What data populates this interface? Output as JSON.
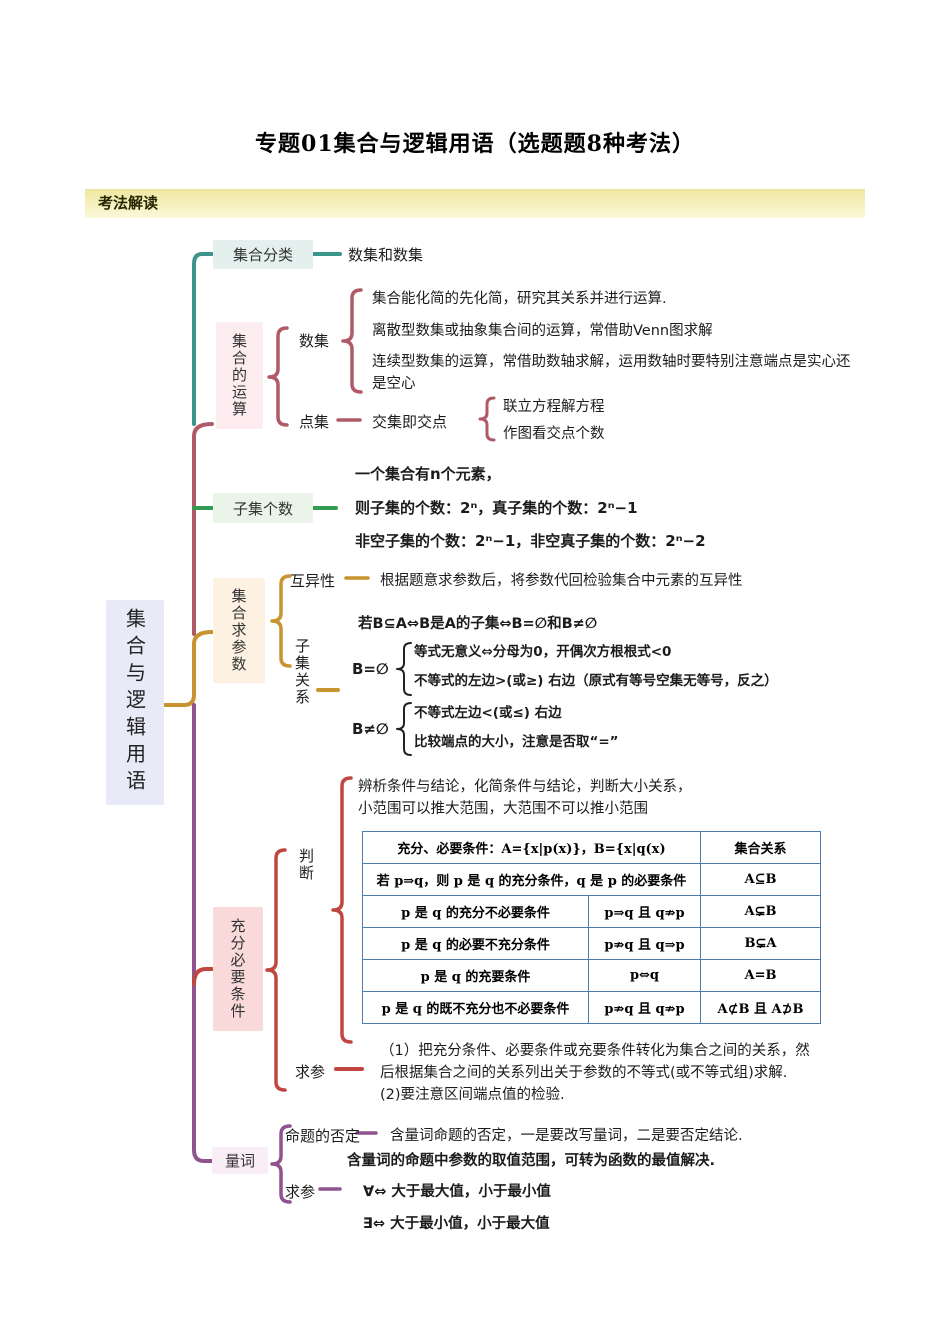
{
  "title": "专题01集合与逻辑用语（选题题8种考法）",
  "banner": "考法解读",
  "root": "集合与逻辑用语",
  "colors": {
    "teal": "#3b958b",
    "rose": "#af5a66",
    "green": "#339b52",
    "gold": "#c79430",
    "red": "#c0473f",
    "purple": "#8f548e",
    "table_border": "#4e7ca6",
    "banner_yellow": "#efe6a0"
  },
  "fenlei": {
    "label": "集合分类",
    "child": "数集和数集"
  },
  "yunsuan": {
    "label": "集合的运算",
    "shuji_label": "数集",
    "shuji_items": [
      "集合能化简的先化简，研究其关系并进行运算.",
      "离散型数集或抽象集合间的运算，常借助Venn图求解",
      "连续型数集的运算，常借助数轴求解，运用数轴时要特别注意端点是实心还是空心"
    ],
    "dianji_label": "点集",
    "dianji_mid": "交集即交点",
    "dianji_items": [
      "联立方程解方程",
      "作图看交点个数"
    ]
  },
  "ziji": {
    "label": "子集个数",
    "lines": [
      "一个集合有n个元素，",
      "则子集的个数：2ⁿ，真子集的个数：2ⁿ−1",
      "非空子集的个数：2ⁿ−1，非空真子集的个数：2ⁿ−2"
    ]
  },
  "qiucan": {
    "label": "集合求参数",
    "huyixing_label": "互异性",
    "huyixing_text": "根据题意求参数后，将参数代回检验集合中元素的互异性",
    "ruo_line": "若B⊆A⇔B是A的子集⇔B=∅和B≠∅",
    "ziji_guanxi_label": "子集关系",
    "b_empty_label": "B=∅",
    "b_empty_items": [
      "等式无意义⇔分母为0，开偶次方根根式<0",
      "不等式的左边>(或≥) 右边（原式有等号空集无等号，反之）"
    ],
    "b_nonempty_label": "B≠∅",
    "b_nonempty_items": [
      "不等式左边<(或≤) 右边",
      "比较端点的大小，注意是否取“=”"
    ]
  },
  "chongfen": {
    "label": "充分必要条件",
    "panduan_label": "判断",
    "panduan_intro": [
      "辨析条件与结论，化简条件与结论，判断大小关系，",
      "小范围可以推大范围，大范围不可以推小范围"
    ],
    "table": {
      "header_left": "充分、必要条件：A={x|p(x)}，B={x|q(x)",
      "header_right": "集合关系",
      "rows": [
        {
          "cond": "若 p⇒q，则 p 是 q 的充分条件，q 是 p 的必要条件",
          "logic": "",
          "rel": "A⊆B"
        },
        {
          "cond": "p 是 q 的充分不必要条件",
          "logic": "p⇒q 且 q⇏p",
          "rel": "A⊊B"
        },
        {
          "cond": "p 是 q 的必要不充分条件",
          "logic": "p⇏q 且 q⇒p",
          "rel": "B⊊A"
        },
        {
          "cond": "p 是 q 的充要条件",
          "logic": "p⇔q",
          "rel": "A=B"
        },
        {
          "cond": "p 是 q 的既不充分也不必要条件",
          "logic": "p⇏q 且 q⇏p",
          "rel": "A⊄B 且 A⊅B"
        }
      ]
    },
    "qiucan_label": "求参",
    "qiucan_lines": [
      "（1）把充分条件、必要条件或充要条件转化为集合之间的关系，然",
      "后根据集合之间的关系列出关于参数的不等式(或不等式组)求解.",
      "(2)要注意区间端点值的检验."
    ]
  },
  "liangci": {
    "label": "量词",
    "fouding_label": "命题的否定",
    "fouding_text": "含量词命题的否定，一是要改写量词，二是要否定结论.",
    "qiucan_label": "求参",
    "qiucan_bold": "含量词的命题中参数的取值范围，可转为函数的最值解决.",
    "forall_line": "∀⇔ 大于最大值，小于最小值",
    "exists_line": "∃⇔ 大于最小值，小于最大值"
  }
}
